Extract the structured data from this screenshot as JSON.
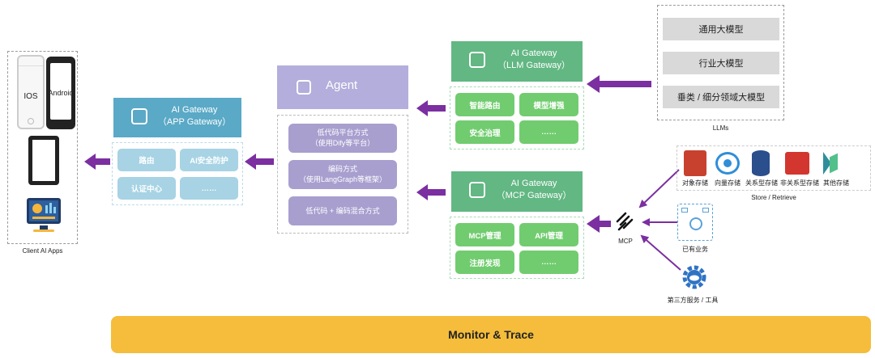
{
  "client": {
    "ios_label": "IOS",
    "android_label": "Android",
    "caption": "Client AI Apps"
  },
  "app_gateway": {
    "title": "AI Gateway",
    "subtitle": "（APP Gateway）",
    "cells": [
      "路由",
      "AI安全防护",
      "认证中心",
      "……"
    ]
  },
  "agent": {
    "title": "Agent",
    "items": [
      "低代码平台方式\n（使用Dify等平台）",
      "编码方式\n（使用LangGraph等框架）",
      "低代码 + 编码混合方式"
    ]
  },
  "llm_gateway": {
    "title": "AI Gateway",
    "subtitle": "（LLM Gateway）",
    "cells": [
      "智能路由",
      "模型增强",
      "安全治理",
      "……"
    ]
  },
  "mcp_gateway": {
    "title": "AI Gateway",
    "subtitle": "（MCP Gateway）",
    "cells": [
      "MCP管理",
      "API管理",
      "注册发现",
      "……"
    ]
  },
  "llms": {
    "items": [
      "通用大模型",
      "行业大模型",
      "垂类 / 细分领域大模型"
    ],
    "caption": "LLMs"
  },
  "mcp": {
    "label": "MCP",
    "storage_items": [
      "对象存储",
      "向量存储",
      "关系型存储",
      "非关系型存储",
      "其他存储"
    ],
    "storage_caption": "Store / Retrieve",
    "business_caption": "已有业务",
    "third_party_caption": "第三方服务 / 工具"
  },
  "monitor": {
    "label": "Monitor & Trace"
  },
  "colors": {
    "app_gateway": "#5aa9c6",
    "app_cell": "#a7d3e4",
    "agent": "#b3aedb",
    "agent_pill": "#a89fcf",
    "gateway_green": "#62b783",
    "cell_green": "#71cc6f",
    "arrow_purple": "#7b2fa0",
    "monitor": "#f5bd3b"
  }
}
